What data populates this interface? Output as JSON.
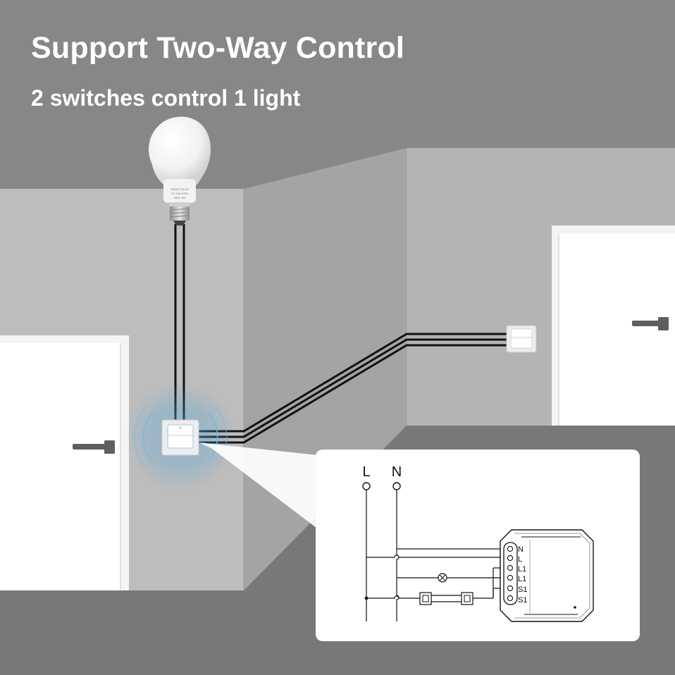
{
  "header": {
    "title": "Support Two-Way Control",
    "subtitle": "2 switches control 1 light"
  },
  "bulb": {
    "label_lines": [
      "SMART BULB",
      "AC 100-240V",
      "60Hz 9W"
    ]
  },
  "wiring_diagram": {
    "supply_labels": {
      "live": "L",
      "neutral": "N"
    },
    "module_terminals": [
      "N",
      "L",
      "L1",
      "L1",
      "S1",
      "S1"
    ]
  },
  "colors": {
    "background": "#878787",
    "wall_light": "#bdbdbd",
    "wall_mid": "#b3b3b3",
    "wall_dark": "#a3a3a3",
    "floor": "#777777",
    "door": "#ffffff",
    "wire": "#111111",
    "glow": "#4fa3d9"
  }
}
